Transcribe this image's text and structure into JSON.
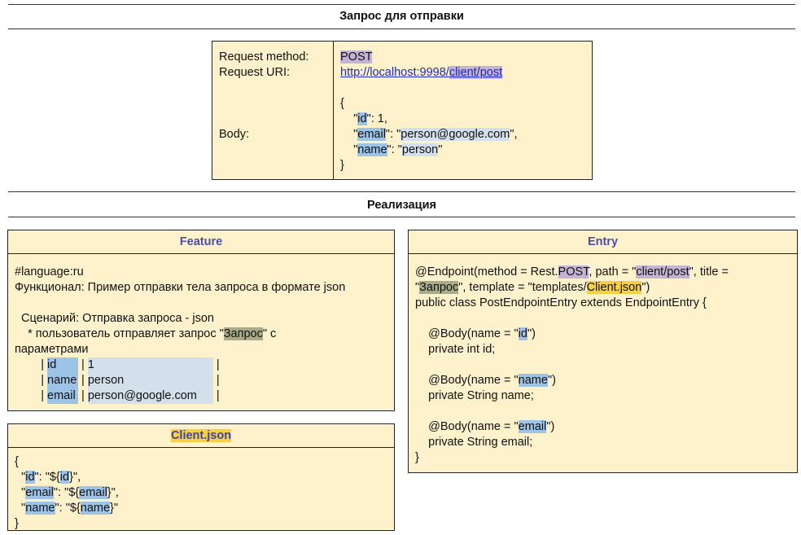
{
  "sections": {
    "request_title": "Запрос для отправки",
    "implementation_title": "Реализация"
  },
  "request": {
    "method_label": "Request method:",
    "uri_label": "Request URI:",
    "body_label": "Body:",
    "method_value": "POST",
    "uri_prefix": "http://localhost:9998/",
    "uri_path": "client/post",
    "body": {
      "open": "{",
      "id_key": "id",
      "id_value": ": 1,",
      "email_key": "email",
      "email_value": "person@google.com",
      "name_key": "name",
      "name_value": "person",
      "close": "}"
    }
  },
  "feature": {
    "title": "Feature",
    "line1": "#language:ru",
    "line2": "Функционал: Пример отправки тела запроса в формате json",
    "line3": "  Сценарий: Отправка запроса - json",
    "line4_prefix": "    * пользователь отправляет запрос \"",
    "line4_highlight": "Запрос",
    "line4_suffix": "\" с",
    "line5": "параметрами",
    "rows": [
      {
        "key": "id",
        "value": "1"
      },
      {
        "key": "name",
        "value": "person"
      },
      {
        "key": "email",
        "value": "person@google.com"
      }
    ]
  },
  "client_json": {
    "title": "Client.json",
    "open": "{",
    "id_key": "id",
    "id_var": "id",
    "email_key": "email",
    "email_var": "email",
    "name_key": "name",
    "name_var": "name",
    "close": "}"
  },
  "entry": {
    "title": "Entry",
    "annotation_start": "@Endpoint(method = Rest.",
    "annotation_method": "POST",
    "annotation_path_prefix": ", path = \"",
    "annotation_path": "client/post",
    "annotation_title_prefix": "\", title =",
    "annotation_title": "Запрос",
    "annotation_template_prefix": "\", template = \"templates/",
    "annotation_template": "Client.json",
    "annotation_end": "\")",
    "class_decl": "public class PostEndpointEntry extends EndpointEntry {",
    "fields": [
      {
        "annotation_prefix": "@Body(name = \"",
        "name": "id",
        "annotation_suffix": "\")",
        "decl": "private int id;"
      },
      {
        "annotation_prefix": "@Body(name = \"",
        "name": "name",
        "annotation_suffix": "\")",
        "decl": "private String name;"
      },
      {
        "annotation_prefix": "@Body(name = \"",
        "name": "email",
        "annotation_suffix": "\")",
        "decl": "private String email;"
      }
    ],
    "close": "}"
  },
  "colors": {
    "box_fill": "#fef2cc",
    "highlight_purple": "#c4b3d3",
    "highlight_blue": "#9dc3e6",
    "highlight_olive": "#a8ab8a",
    "highlight_yellow": "#f7cf48",
    "header_text": "#4c4ea2"
  }
}
